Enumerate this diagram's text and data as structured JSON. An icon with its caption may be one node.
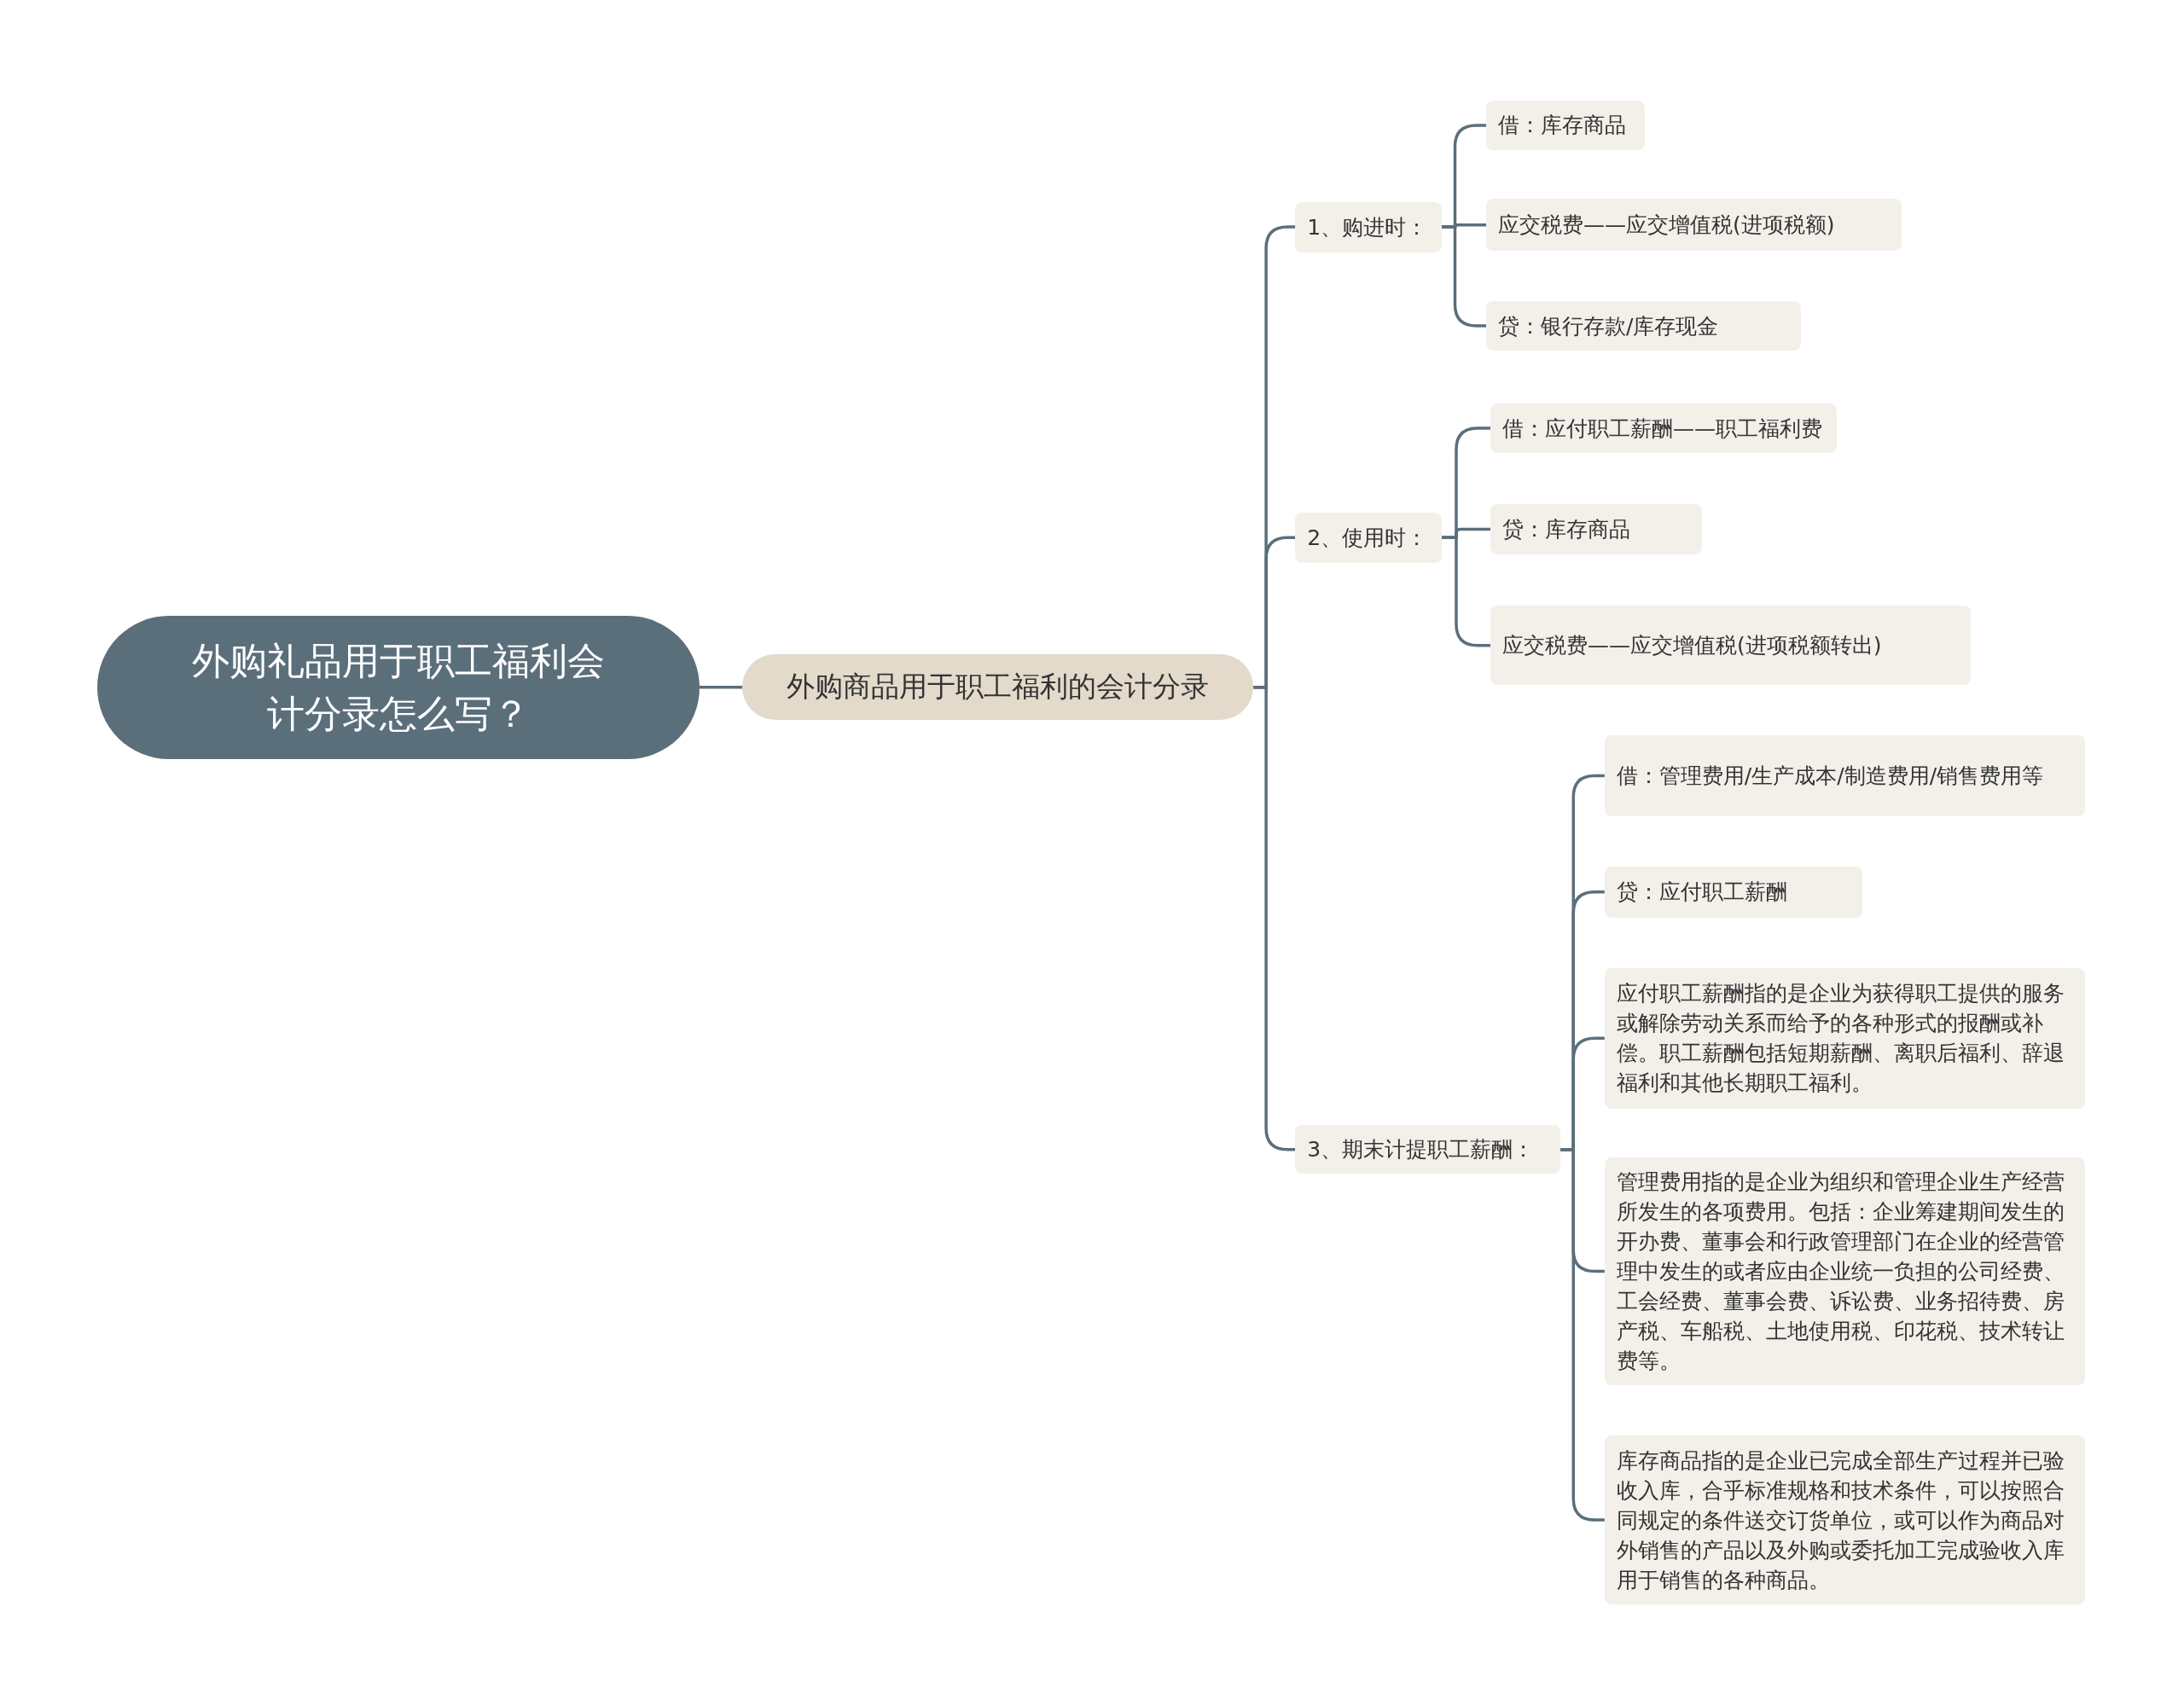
{
  "diagram": {
    "nodes": [
      {
        "text": [
          "外购礼品用于职工福利会计分录怎么写？"
        ]
      },
      {
        "text": [
          "外购商品用于职工福利的会计分录"
        ]
      },
      {
        "text": [
          "1、购进时："
        ]
      },
      {
        "text": [
          "借：库存商品"
        ]
      },
      {
        "text": [
          "应交税费——应交增值税(进项税额)"
        ]
      },
      {
        "text": [
          "贷：银行存款/库存现金"
        ]
      },
      {
        "text": [
          "2、使用时："
        ]
      },
      {
        "text": [
          "借：应付职工薪酬——职工福利费"
        ]
      },
      {
        "text": [
          "贷：库存商品"
        ]
      },
      {
        "text": [
          "应交税费——应交增值税(进项税额转出)"
        ]
      },
      {
        "text": [
          "3、期末计提职工薪酬："
        ]
      },
      {
        "text": [
          "借：管理费用/生产成本/制造费用/销售费用等"
        ]
      },
      {
        "text": [
          "贷：应付职工薪酬"
        ]
      },
      {
        "text": [
          "应付职工薪酬指的是企业为获得职工提供的服务或解除劳动关系而给予的各种形式的报酬或补偿。职工薪酬包括短期薪酬、离职后福利、辞退福利和其他长期职工福利。"
        ]
      },
      {
        "text": [
          "管理费用指的是企业为组织和管理企业生产经营所发生的各项费用。包括：企业筹建期间发生的开办费、董事会和行政管理部门在企业的经营管理中发生的或者应由企业统一负担的公司经费、工会经费、董事会费、诉讼费、业务招待费、房产税、车船税、土地使用税、印花税、技术转让费等。"
        ]
      },
      {
        "text": [
          "库存商品指的是企业已完成全部生产过程并已验收入库，合乎标准规格和技术条件，可以按照合同规定的条件送交订货单位，或可以作为商品对外销售的产品以及外购或委托加工完成验收入库用于销售的各种商品。"
        ]
      }
    ],
    "edges": [
      {
        "from": 0,
        "to": 1,
        "arrow": "none"
      },
      {
        "from": 1,
        "to": 2,
        "arrow": "none"
      },
      {
        "from": 1,
        "to": 6,
        "arrow": "none"
      },
      {
        "from": 1,
        "to": 10,
        "arrow": "none"
      },
      {
        "from": 2,
        "to": 3,
        "arrow": "none"
      },
      {
        "from": 2,
        "to": 4,
        "arrow": "none"
      },
      {
        "from": 2,
        "to": 5,
        "arrow": "none"
      },
      {
        "from": 6,
        "to": 7,
        "arrow": "none"
      },
      {
        "from": 6,
        "to": 8,
        "arrow": "none"
      },
      {
        "from": 6,
        "to": 9,
        "arrow": "none"
      },
      {
        "from": 10,
        "to": 11,
        "arrow": "none"
      },
      {
        "from": 10,
        "to": 12,
        "arrow": "none"
      },
      {
        "from": 10,
        "to": 13,
        "arrow": "none"
      },
      {
        "from": 10,
        "to": 14,
        "arrow": "none"
      },
      {
        "from": 10,
        "to": 15,
        "arrow": "none"
      }
    ]
  }
}
